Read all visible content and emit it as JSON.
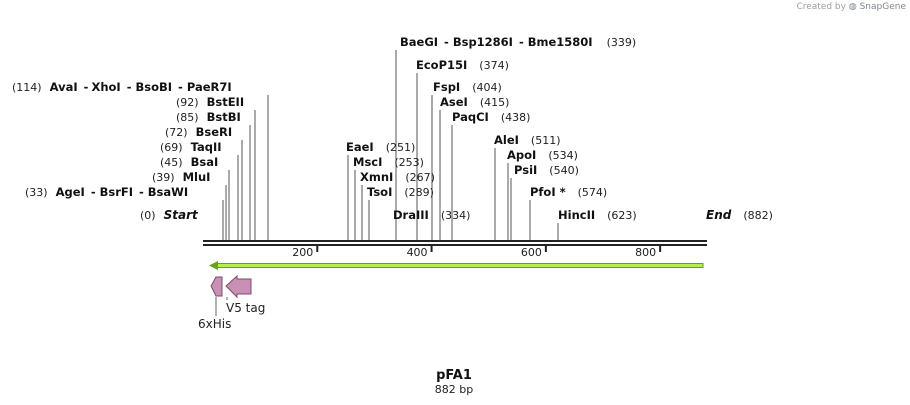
{
  "watermark": {
    "prefix": "Created by",
    "brand": "SnapGene"
  },
  "map": {
    "name": "pFA1",
    "size_text": "882 bp",
    "length_bp": 882,
    "ticks": [
      200,
      400,
      600,
      800
    ],
    "colors": {
      "backbone": "#222222",
      "primer_fill": "#b5f04a",
      "primer_stroke": "#6aa020",
      "feature_fill": "#c98fb5",
      "feature_stroke": "#7a4f6a"
    }
  },
  "sites": [
    {
      "name": "Start",
      "pos": 0,
      "pos_text": "(0)",
      "kind": "end"
    },
    {
      "name": "AgeI",
      "pos": 33,
      "pos_text": "(33)",
      "group": [
        "AgeI",
        "BsrFI",
        "BsaWI"
      ]
    },
    {
      "name": "MluI",
      "pos": 39,
      "pos_text": "(39)"
    },
    {
      "name": "BsaI",
      "pos": 45,
      "pos_text": "(45)"
    },
    {
      "name": "TaqII",
      "pos": 69,
      "pos_text": "(69)"
    },
    {
      "name": "BseRI",
      "pos": 72,
      "pos_text": "(72)"
    },
    {
      "name": "BstBI",
      "pos": 85,
      "pos_text": "(85)"
    },
    {
      "name": "BstEII",
      "pos": 92,
      "pos_text": "(92)"
    },
    {
      "name": "AvaI",
      "pos": 114,
      "pos_text": "(114)",
      "group": [
        "AvaI",
        "XhoI",
        "BsoBI",
        "PaeR7I"
      ]
    },
    {
      "name": "EaeI",
      "pos": 251,
      "pos_text": "(251)"
    },
    {
      "name": "MscI",
      "pos": 253,
      "pos_text": "(253)"
    },
    {
      "name": "XmnI",
      "pos": 267,
      "pos_text": "(267)"
    },
    {
      "name": "TsoI",
      "pos": 289,
      "pos_text": "(289)"
    },
    {
      "name": "BaeGI",
      "pos": 339,
      "pos_text": "(339)",
      "group": [
        "BaeGI",
        "Bsp1286I",
        "Bme1580I"
      ]
    },
    {
      "name": "DraIII",
      "pos": 334,
      "pos_text": "(334)"
    },
    {
      "name": "EcoP15I",
      "pos": 374,
      "pos_text": "(374)"
    },
    {
      "name": "FspI",
      "pos": 404,
      "pos_text": "(404)"
    },
    {
      "name": "AseI",
      "pos": 415,
      "pos_text": "(415)"
    },
    {
      "name": "PaqCI",
      "pos": 438,
      "pos_text": "(438)"
    },
    {
      "name": "AleI",
      "pos": 511,
      "pos_text": "(511)"
    },
    {
      "name": "ApoI",
      "pos": 534,
      "pos_text": "(534)"
    },
    {
      "name": "PsiI",
      "pos": 540,
      "pos_text": "(540)"
    },
    {
      "name": "PfoI *",
      "pos": 574,
      "pos_text": "(574)"
    },
    {
      "name": "HincII",
      "pos": 623,
      "pos_text": "(623)"
    },
    {
      "name": "End",
      "pos": 882,
      "pos_text": "(882)",
      "kind": "end"
    }
  ],
  "features": [
    {
      "name": "6xHis",
      "type": "feature",
      "direction": "reverse"
    },
    {
      "name": "V5 tag",
      "type": "feature",
      "direction": "reverse"
    }
  ],
  "primer": {
    "direction": "reverse",
    "start": 0,
    "end": 882
  }
}
